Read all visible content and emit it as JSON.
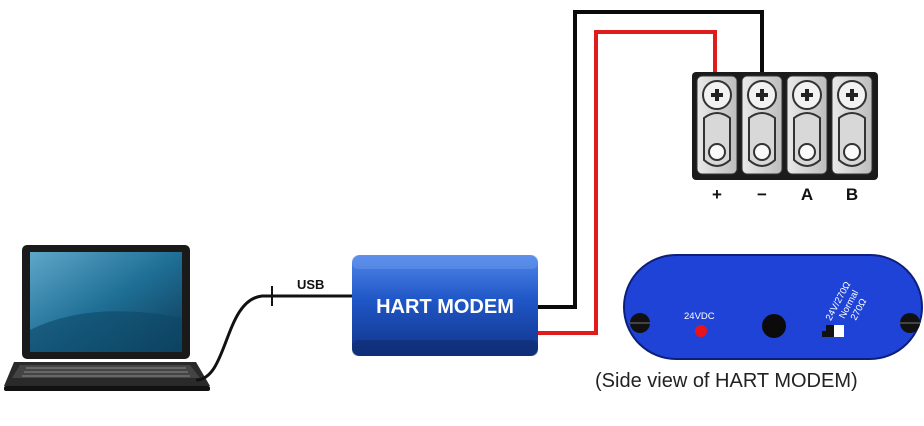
{
  "diagram": {
    "usb_label": "USB",
    "modem_label": "HART MODEM",
    "terminals": [
      "+",
      "−",
      "A",
      "B"
    ],
    "side_view": {
      "power_label": "24VDC",
      "switch_labels": [
        "24V/270Ω",
        "Normal",
        "270Ω"
      ],
      "caption": "(Side view of HART MODEM)"
    }
  },
  "colors": {
    "modem_blue": "#1f56c6",
    "wire_red": "#e01b1b",
    "wire_black": "#0a0a0a",
    "led_red": "#e8131b"
  }
}
